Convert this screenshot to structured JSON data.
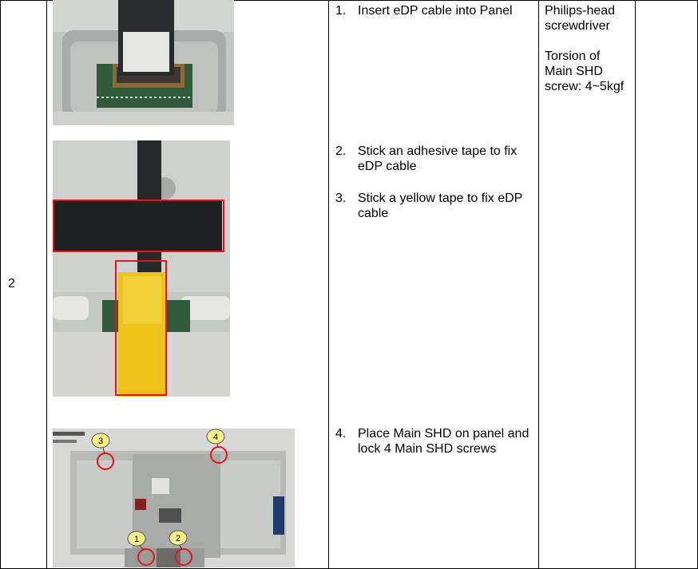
{
  "step_number": "2",
  "steps": [
    {
      "num": "1.",
      "text": "Insert eDP cable into Panel"
    },
    {
      "num": "2.",
      "text": "Stick an adhesive tape to fix eDP cable"
    },
    {
      "num": "3.",
      "text": "Stick a yellow tape to fix eDP cable"
    },
    {
      "num": "4.",
      "text": "Place Main SHD on panel and lock 4 Main SHD screws"
    }
  ],
  "tools": {
    "tool": "Philips-head screwdriver",
    "torsion": "Torsion of Main SHD screw: 4~5kgf"
  },
  "photo3_callouts": [
    "3",
    "4",
    "1",
    "2"
  ],
  "colors": {
    "highlight_red": "#e0161b",
    "callout_yellow": "#f6ef8a",
    "tape_black": "#1f2021",
    "tape_yellow": "#efc21a",
    "pcb_green": "#2f5a3c"
  }
}
